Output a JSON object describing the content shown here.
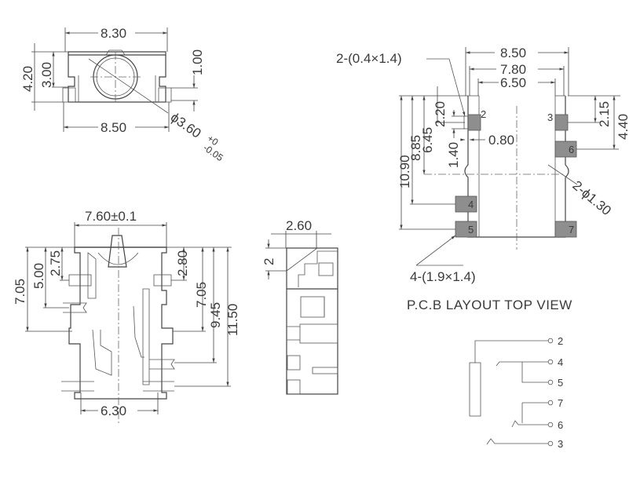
{
  "drawing": {
    "subject": "SMD audio jack connector mechanical drawing",
    "front_view": {
      "dims": {
        "top_width": "8.30",
        "bottom_width": "8.50",
        "overall_height": "4.20",
        "body_height": "3.00",
        "pin_offset": "1.00",
        "hole_diameter": "ϕ3.60",
        "hole_tol_upper": "+0",
        "hole_tol_lower": "-0.05"
      }
    },
    "top_view": {
      "dims": {
        "body_width": "7.60±0.1",
        "pin_span": "6.30",
        "left_1": "2.75",
        "left_2": "5.00",
        "left_3": "7.05",
        "right_1": "2.80",
        "right_2": "7.05",
        "right_3": "9.45",
        "right_4": "11.50"
      }
    },
    "side_view": {
      "dims": {
        "width": "2.60",
        "chamfer": "2"
      }
    },
    "pcb_layout": {
      "title": "P.C.B LAYOUT TOP VIEW",
      "callouts": {
        "small_pads": "2-(0.4×1.4)",
        "large_pads": "4-(1.9×1.4)",
        "holes": "2-ϕ1.30"
      },
      "dims": {
        "w_outer": "8.50",
        "w_mid": "7.80",
        "w_inner": "6.50",
        "h_total": "10.90",
        "h_2": "8.85",
        "h_3": "6.45",
        "h_4": "2.20",
        "h_5": "1.40",
        "gap": "0.80",
        "r_1": "2.15",
        "r_2": "4.40"
      },
      "pads": [
        "2",
        "3",
        "6",
        "4",
        "5",
        "7"
      ]
    },
    "schematic": {
      "pins": [
        "2",
        "4",
        "5",
        "7",
        "6",
        "3"
      ]
    }
  }
}
